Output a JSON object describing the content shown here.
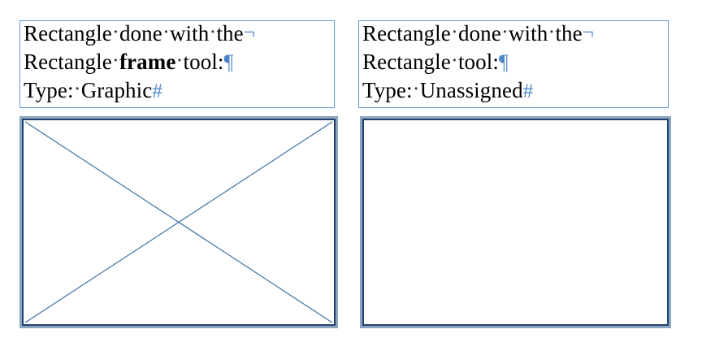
{
  "document": {
    "title": "Rectangle frame tool vs Rectangle tool comparison"
  },
  "colors": {
    "frame_outline": "#5b9bd5",
    "hidden_character": "#4a86c8",
    "rect_stroke_outer": "#8ba4c0",
    "rect_stroke_inner": "#22406b",
    "cross_line": "#3a6ea5",
    "text": "#000000",
    "page_background": "#ffffff"
  },
  "marks": {
    "space": "·",
    "forced_line_break": "¬",
    "paragraph_return": "¶",
    "end_of_story": "#"
  },
  "left_column": {
    "caption_frame": {
      "name": "caption-text-frame-left",
      "lines": [
        {
          "segments": [
            {
              "text": "Rectangle",
              "style": "normal"
            },
            {
              "text": "·",
              "style": "space"
            },
            {
              "text": "done",
              "style": "normal"
            },
            {
              "text": "·",
              "style": "space"
            },
            {
              "text": "with",
              "style": "normal"
            },
            {
              "text": "·",
              "style": "space"
            },
            {
              "text": "the",
              "style": "normal"
            },
            {
              "text": "¬",
              "style": "hidden"
            }
          ]
        },
        {
          "segments": [
            {
              "text": "Rectangle",
              "style": "normal"
            },
            {
              "text": "·",
              "style": "space"
            },
            {
              "text": "frame",
              "style": "bold"
            },
            {
              "text": "·",
              "style": "space"
            },
            {
              "text": "tool:",
              "style": "normal"
            },
            {
              "text": "¶",
              "style": "hidden"
            }
          ]
        },
        {
          "segments": [
            {
              "text": "Type:",
              "style": "normal"
            },
            {
              "text": "·",
              "style": "space"
            },
            {
              "text": "Graphic",
              "style": "normal"
            },
            {
              "text": "#",
              "style": "hidden"
            }
          ]
        }
      ],
      "plain_text": "Rectangle done with the\nRectangle frame tool:\nType: Graphic"
    },
    "shape": {
      "name": "graphic-frame-rectangle",
      "kind": "graphic-frame",
      "has_diagonal_cross": true,
      "fill": "none",
      "stroke_outer": "#8ba4c0",
      "stroke_inner": "#22406b"
    }
  },
  "right_column": {
    "caption_frame": {
      "name": "caption-text-frame-right",
      "lines": [
        {
          "segments": [
            {
              "text": "Rectangle",
              "style": "normal"
            },
            {
              "text": "·",
              "style": "space"
            },
            {
              "text": "done",
              "style": "normal"
            },
            {
              "text": "·",
              "style": "space"
            },
            {
              "text": "with",
              "style": "normal"
            },
            {
              "text": "·",
              "style": "space"
            },
            {
              "text": "the",
              "style": "normal"
            },
            {
              "text": "¬",
              "style": "hidden"
            }
          ]
        },
        {
          "segments": [
            {
              "text": "Rectangle",
              "style": "normal"
            },
            {
              "text": "·",
              "style": "space"
            },
            {
              "text": "tool:",
              "style": "normal"
            },
            {
              "text": "¶",
              "style": "hidden"
            }
          ]
        },
        {
          "segments": [
            {
              "text": "Type:",
              "style": "normal"
            },
            {
              "text": "·",
              "style": "space"
            },
            {
              "text": "Unassigned",
              "style": "normal"
            },
            {
              "text": "#",
              "style": "hidden"
            }
          ]
        }
      ],
      "plain_text": "Rectangle done with the\nRectangle tool:\nType: Unassigned"
    },
    "shape": {
      "name": "unassigned-frame-rectangle",
      "kind": "unassigned-frame",
      "has_diagonal_cross": false,
      "fill": "none",
      "stroke_outer": "#8ba4c0",
      "stroke_inner": "#22406b"
    }
  }
}
